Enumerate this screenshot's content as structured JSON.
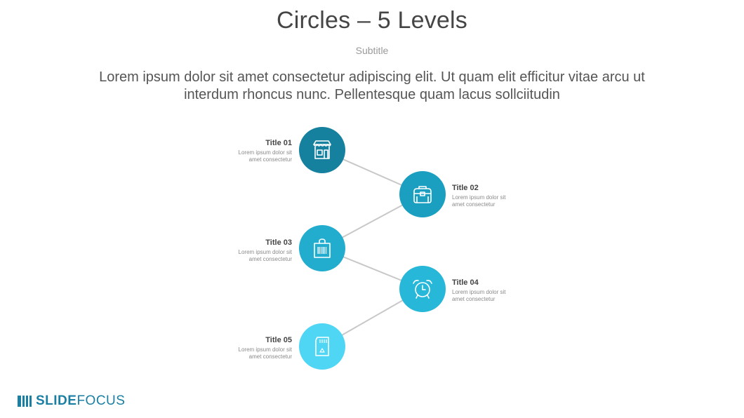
{
  "slide": {
    "title": "Circles – 5 Levels",
    "subtitle": "Subtitle",
    "body": "Lorem ipsum dolor sit amet consectetur adipiscing elit. Ut quam elit efficitur vitae arcu ut interdum rhoncus nunc. Pellentesque quam lacus sollciitudin"
  },
  "colors": {
    "level1": "#16809f",
    "level2": "#1b9fc0",
    "level3": "#22adcf",
    "level4": "#27b7d8",
    "level5": "#4fd6f5",
    "connector": "#c8c8c8",
    "brand": "#1a7fa3"
  },
  "levels": [
    {
      "title": "Title 01",
      "desc_line1": "Lorem ipsum dolor sit",
      "desc_line2": "amet consectetur",
      "icon": "store-icon"
    },
    {
      "title": "Title 02",
      "desc_line1": "Lorem ipsum dolor sit",
      "desc_line2": "amet consectetur",
      "icon": "briefcase-icon"
    },
    {
      "title": "Title 03",
      "desc_line1": "Lorem ipsum dolor sit",
      "desc_line2": "amet consectetur",
      "icon": "shopping-bag-barcode-icon"
    },
    {
      "title": "Title 04",
      "desc_line1": "Lorem ipsum dolor sit",
      "desc_line2": "amet consectetur",
      "icon": "alarm-clock-icon"
    },
    {
      "title": "Title 05",
      "desc_line1": "Lorem ipsum dolor sit",
      "desc_line2": "amet consectetur",
      "icon": "sd-card-icon"
    }
  ],
  "logo": {
    "part1": "SLIDE",
    "part2": "FOCUS"
  }
}
